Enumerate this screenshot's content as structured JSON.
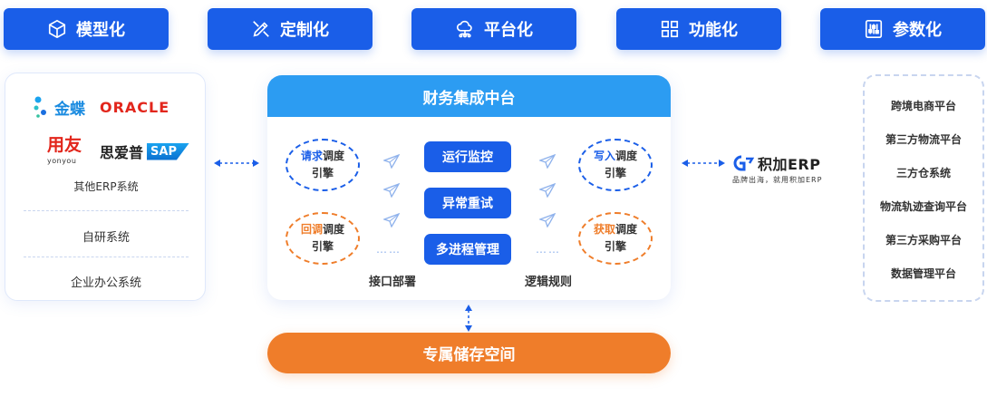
{
  "top_pills": [
    {
      "label": "模型化",
      "icon": "cube-icon"
    },
    {
      "label": "定制化",
      "icon": "pencil-ruler-icon"
    },
    {
      "label": "平台化",
      "icon": "cloud-network-icon"
    },
    {
      "label": "功能化",
      "icon": "grid-icon"
    },
    {
      "label": "参数化",
      "icon": "sliders-icon"
    }
  ],
  "left_panel": {
    "logos": {
      "kingdee": "金蝶",
      "oracle": "ORACLE",
      "yonyou": "用友",
      "yonyou_sub": "yonyou",
      "sizhipu": "思爱普",
      "sap": "SAP"
    },
    "other_erp": "其他ERP系统",
    "items": [
      "自研系统",
      "企业办公系统"
    ]
  },
  "center": {
    "title": "财务集成中台",
    "engines": {
      "request": {
        "highlight": "请求",
        "rest": "调度",
        "line2": "引擎"
      },
      "callback": {
        "highlight": "回调",
        "rest": "调度",
        "line2": "引擎"
      },
      "write": {
        "highlight": "写入",
        "rest": "调度",
        "line2": "引擎"
      },
      "fetch": {
        "highlight": "获取",
        "rest": "调度",
        "line2": "引擎"
      }
    },
    "functions": [
      "运行监控",
      "异常重试",
      "多进程管理"
    ],
    "dots": "……",
    "left_label": "接口部署",
    "right_label": "逻辑规则"
  },
  "right_logo": {
    "name": "积加ERP",
    "slogan": "品牌出海，就用积加ERP"
  },
  "right_panel": {
    "items": [
      "跨境电商平台",
      "第三方物流平台",
      "三方仓系统",
      "物流轨迹查询平台",
      "第三方采购平台",
      "数据管理平台"
    ]
  },
  "storage": {
    "label": "专属储存空间"
  },
  "colors": {
    "primary_blue": "#1a5ee8",
    "header_blue": "#2c9cf2",
    "orange": "#ef7d2a"
  }
}
